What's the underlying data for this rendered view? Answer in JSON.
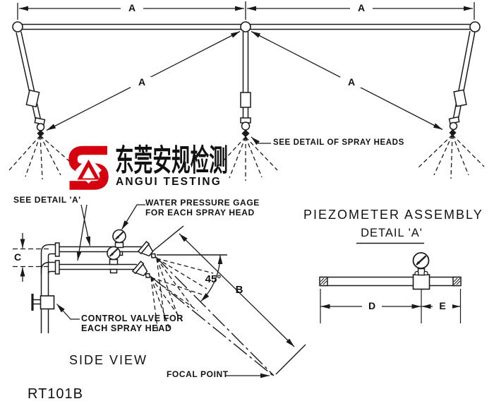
{
  "labels": {
    "dim_a": "A",
    "dim_b": "B",
    "dim_c": "C",
    "dim_d": "D",
    "dim_e": "E",
    "angle_45": "45°",
    "see_detail_spray_heads": "SEE DETAIL OF SPRAY HEADS",
    "see_detail_a": "SEE DETAIL 'A'",
    "water_pressure_gage_line1": "WATER PRESSURE GAGE",
    "water_pressure_gage_line2": "FOR EACH SPRAY HEAD",
    "control_valve_line1": "CONTROL VALVE FOR",
    "control_valve_line2": "EACH SPRAY HEAD",
    "side_view": "SIDE VIEW",
    "focal_point": "FOCAL POINT",
    "drawing_number": "RT101B"
  },
  "piezometer": {
    "title": "PIEZOMETER ASSEMBLY",
    "subtitle": "DETAIL 'A'"
  },
  "logo": {
    "chinese": "东莞安规检测",
    "english": "ANGUI TESTING",
    "color": "#d7000f"
  },
  "colors": {
    "line": "#1a1a1a",
    "background": "#ffffff",
    "logo_red": "#d7000f"
  }
}
